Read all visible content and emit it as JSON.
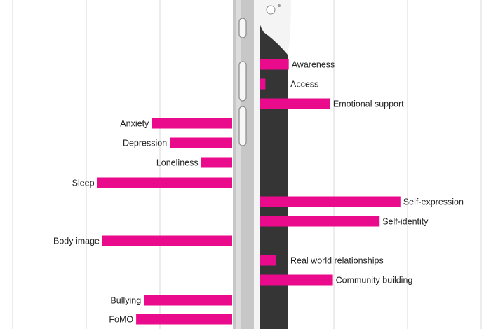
{
  "chart_data": {
    "type": "bar",
    "orientation": "diverging-horizontal",
    "grid": true,
    "colors": {
      "bar": "#ea0a8c",
      "gridline": "#d9d9d9",
      "phone_body": "#c9c9c9",
      "phone_screen": "#3a3a3a"
    },
    "negative": [
      {
        "label": "Anxiety",
        "value": -0.31
      },
      {
        "label": "Depression",
        "value": -0.24
      },
      {
        "label": "Loneliness",
        "value": -0.12
      },
      {
        "label": "Sleep",
        "value": -0.52
      },
      {
        "label": "Body image",
        "value": -0.5
      },
      {
        "label": "Bullying",
        "value": -0.34
      },
      {
        "label": "FoMO",
        "value": -0.37
      }
    ],
    "positive": [
      {
        "label": "Awareness",
        "value": 0.11
      },
      {
        "label": "Access",
        "value": 0.02
      },
      {
        "label": "Emotional support",
        "value": 0.27
      },
      {
        "label": "Self-expression",
        "value": 0.54
      },
      {
        "label": "Self-identity",
        "value": 0.46
      },
      {
        "label": "Real world relationships",
        "value": 0.06
      },
      {
        "label": "Community building",
        "value": 0.28
      }
    ]
  }
}
